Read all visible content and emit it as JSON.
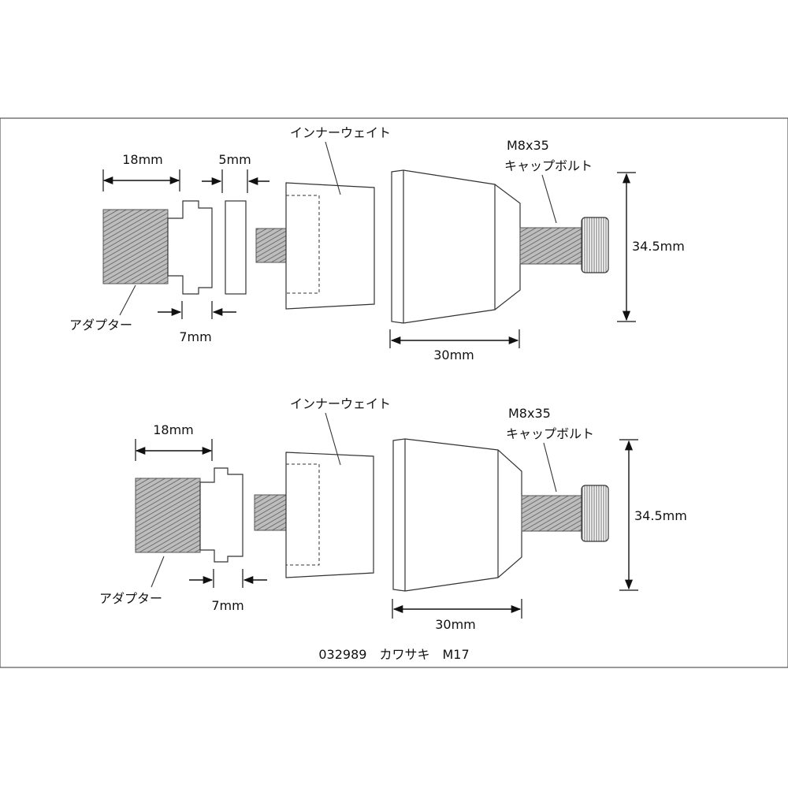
{
  "colors": {
    "line": "#333333",
    "thread": "#9a9a9a",
    "background": "#ffffff"
  },
  "top": {
    "adapter": "アダプター",
    "inner_weight": "インナーウェイト",
    "bolt_spec": "M8x35",
    "bolt_name": "キャップボルト",
    "dim_adapter_thread": "18mm",
    "dim_spacer": "5mm",
    "dim_flange": "7mm",
    "dim_length": "30mm",
    "dim_diameter": "34.5mm"
  },
  "bottom": {
    "adapter": "アダプター",
    "inner_weight": "インナーウェイト",
    "bolt_spec": "M8x35",
    "bolt_name": "キャップボルト",
    "dim_adapter_thread": "18mm",
    "dim_flange": "7mm",
    "dim_length": "30mm",
    "dim_diameter": "34.5mm"
  },
  "caption": "032989　カワサキ　M17"
}
